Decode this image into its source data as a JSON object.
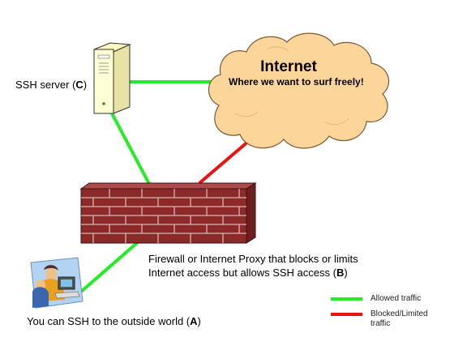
{
  "ssh_server": {
    "text": "SSH server (",
    "letter": "C",
    "close": ")"
  },
  "internet": {
    "title": "Internet",
    "subtitle": "Where we want to surf freely!"
  },
  "firewall": {
    "line1": "Firewall or Internet Proxy that blocks or limits",
    "line2_text": "Internet access but allows SSH access (",
    "letter": "B",
    "close": ")"
  },
  "client": {
    "text": "You can SSH to the outside world (",
    "letter": "A",
    "close": ")"
  },
  "legend": {
    "allowed": {
      "label": "Allowed traffic",
      "color": "#22ee22"
    },
    "blocked": {
      "label_line1": "Blocked/Limited",
      "label_line2": "traffic",
      "color": "#ee1111"
    }
  },
  "colors": {
    "cloud_fill": "#fcd59a",
    "cloud_stroke": "#7a5a34",
    "brick": "#8c2a2a",
    "mortar": "#d8b4b4",
    "server_fill": "#ffffd6"
  },
  "icons": [
    "server-tower-icon",
    "internet-cloud-icon",
    "brick-firewall-icon",
    "user-at-computer-icon"
  ]
}
